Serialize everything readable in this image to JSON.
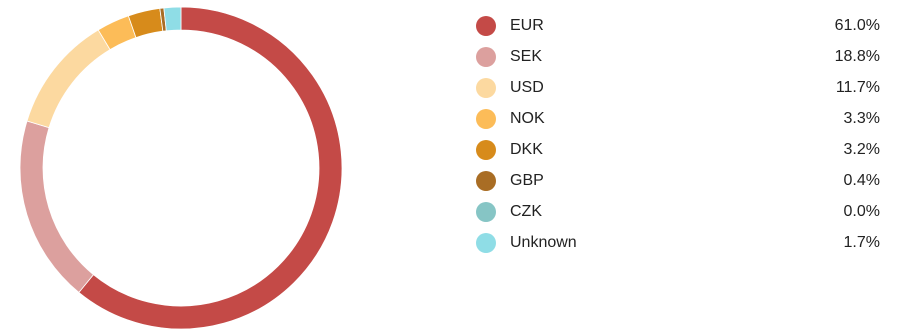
{
  "chart_data": {
    "type": "pie",
    "variant": "donut",
    "title": "",
    "legend_position": "right",
    "slices": [
      {
        "label": "EUR",
        "value": 61.0,
        "value_text": "61.0%",
        "color": "#c44a47"
      },
      {
        "label": "SEK",
        "value": 18.8,
        "value_text": "18.8%",
        "color": "#dca09e"
      },
      {
        "label": "USD",
        "value": 11.7,
        "value_text": "11.7%",
        "color": "#fcd9a0"
      },
      {
        "label": "NOK",
        "value": 3.3,
        "value_text": "3.3%",
        "color": "#fcbc58"
      },
      {
        "label": "DKK",
        "value": 3.2,
        "value_text": "3.2%",
        "color": "#d78b1b"
      },
      {
        "label": "GBP",
        "value": 0.4,
        "value_text": "0.4%",
        "color": "#a96d24"
      },
      {
        "label": "CZK",
        "value": 0.0,
        "value_text": "0.0%",
        "color": "#86c5c5"
      },
      {
        "label": "Unknown",
        "value": 1.7,
        "value_text": "1.7%",
        "color": "#8fdde6"
      }
    ]
  }
}
